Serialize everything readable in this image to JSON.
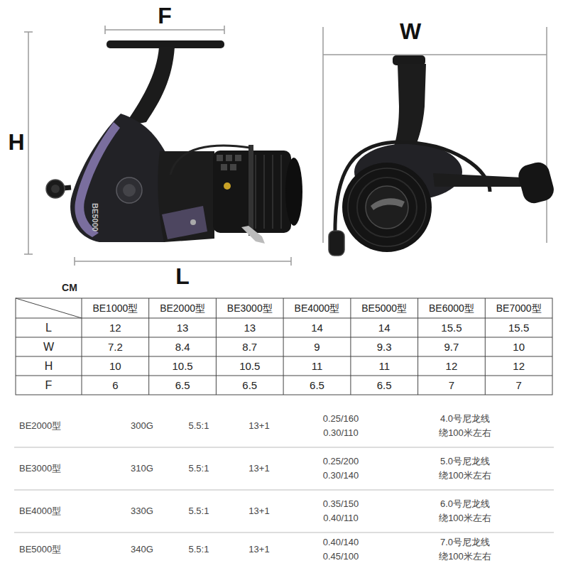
{
  "diagram": {
    "labels": [
      "F",
      "W",
      "H",
      "L",
      "BE5000",
      "CM",
      "BE1000型",
      "BE2000型",
      "BE3000型",
      "BE4000型",
      "BE5000型",
      "BE6000型",
      "BE7000型",
      "L",
      "12",
      "13",
      "13",
      "14",
      "14",
      "15.5",
      "15.5",
      "W",
      "7.2",
      "8.4",
      "8.7",
      "9",
      "9.3",
      "9.7",
      "10",
      "H",
      "10",
      "10.5",
      "10.5",
      "11",
      "11",
      "12",
      "12",
      "F",
      "6",
      "6.5",
      "6.5",
      "6.5",
      "6.5",
      "7",
      "7",
      "BE2000型",
      "300G",
      "5.5:1",
      "13+1",
      "0.25/160",
      "0.30/110",
      "4.0号尼龙线",
      "绕100米左右",
      "BE3000型",
      "310G",
      "5.5:1",
      "13+1",
      "0.25/200",
      "0.30/140",
      "5.0号尼龙线",
      "绕100米左右",
      "BE4000型",
      "330G",
      "5.5:1",
      "13+1",
      "0.35/150",
      "0.40/110",
      "6.0号尼龙线",
      "绕100米左右",
      "BE5000型",
      "340G",
      "5.5:1",
      "13+1",
      "0.40/140",
      "0.45/100",
      "7.0号尼龙线",
      "绕100米左右"
    ]
  }
}
